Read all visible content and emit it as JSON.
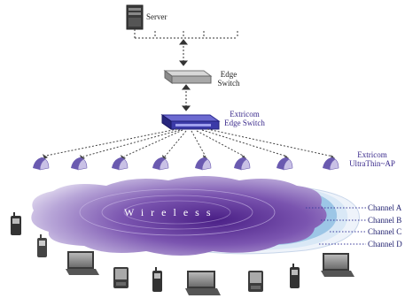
{
  "diagram": {
    "server_label": "Server",
    "edge_switch_label_1": "Edge",
    "edge_switch_label_2": "Switch",
    "extricom_switch_label_1": "Extricom",
    "extricom_switch_label_2": "Edge Switch",
    "ap_label_1": "Extricom",
    "ap_label_2": "UltraThin~AP",
    "cloud_label": "Wireless",
    "channels": [
      "Channel A",
      "Channel B",
      "Channel C",
      "Channel D"
    ]
  },
  "colors": {
    "cloud_dark": "#5a2a8e",
    "cloud_light": "#d8d0ea",
    "channel_blue": "#7fb6dc",
    "switch_purple": "#3b3aa8",
    "ap_purple": "#6a5ab0"
  }
}
